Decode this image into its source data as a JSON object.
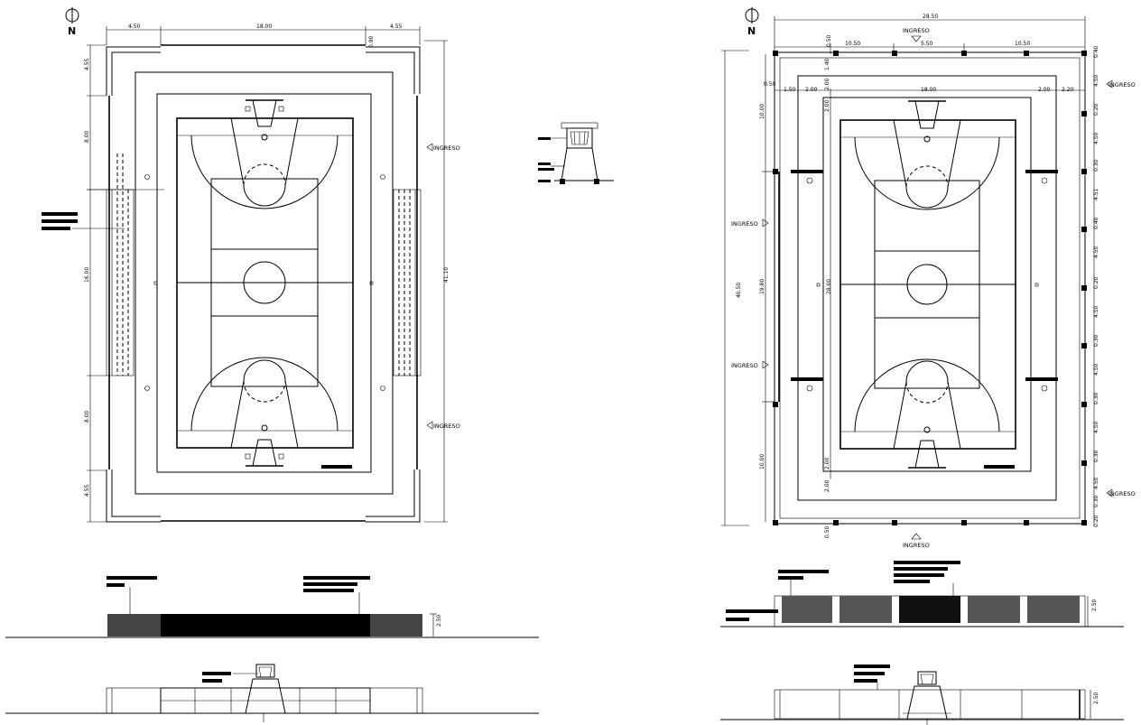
{
  "north": {
    "label": "N"
  },
  "plan1": {
    "top_dims": [
      "4.50",
      "18.00",
      "4.55"
    ],
    "top_small": "0.90",
    "left_dims": [
      "4.55",
      "8.00",
      "16.00",
      "8.00",
      "4.55"
    ],
    "right_dim": "41.10",
    "entrances": [
      "INGRESO",
      "INGRESO"
    ]
  },
  "plan2": {
    "top_total": "28.50",
    "top_dims": [
      "0.50",
      "10.50",
      "5.50",
      "10.50"
    ],
    "inner_dims": [
      "0.50",
      "1.50",
      "2.00",
      "18.00",
      "2.00",
      "2.20"
    ],
    "inner_vertical": [
      "1.40",
      "2.00",
      "2.00"
    ],
    "left_dims": [
      "10.00",
      "19.80",
      "10.00"
    ],
    "left_total": "40.50",
    "court_len": "28.00",
    "right_dims": [
      "0.40",
      "4.50",
      "0.20",
      "4.50",
      "0.30",
      "4.51",
      "0.40",
      "4.50",
      "0.20",
      "4.50",
      "0.30",
      "4.50",
      "0.30",
      "4.50",
      "0.30",
      "4.50",
      "0.30",
      "0.20"
    ],
    "bottom_dims": [
      "2.00",
      "2.00",
      "0.50"
    ],
    "entrances": [
      "INGRESO",
      "INGRESO",
      "INGRESO",
      "INGRESO",
      "INGRESO",
      "INGRESO"
    ]
  },
  "elev1": {
    "height": "2.50"
  },
  "elev2": {
    "height_top": "2.50",
    "height_bottom": "2.50"
  }
}
